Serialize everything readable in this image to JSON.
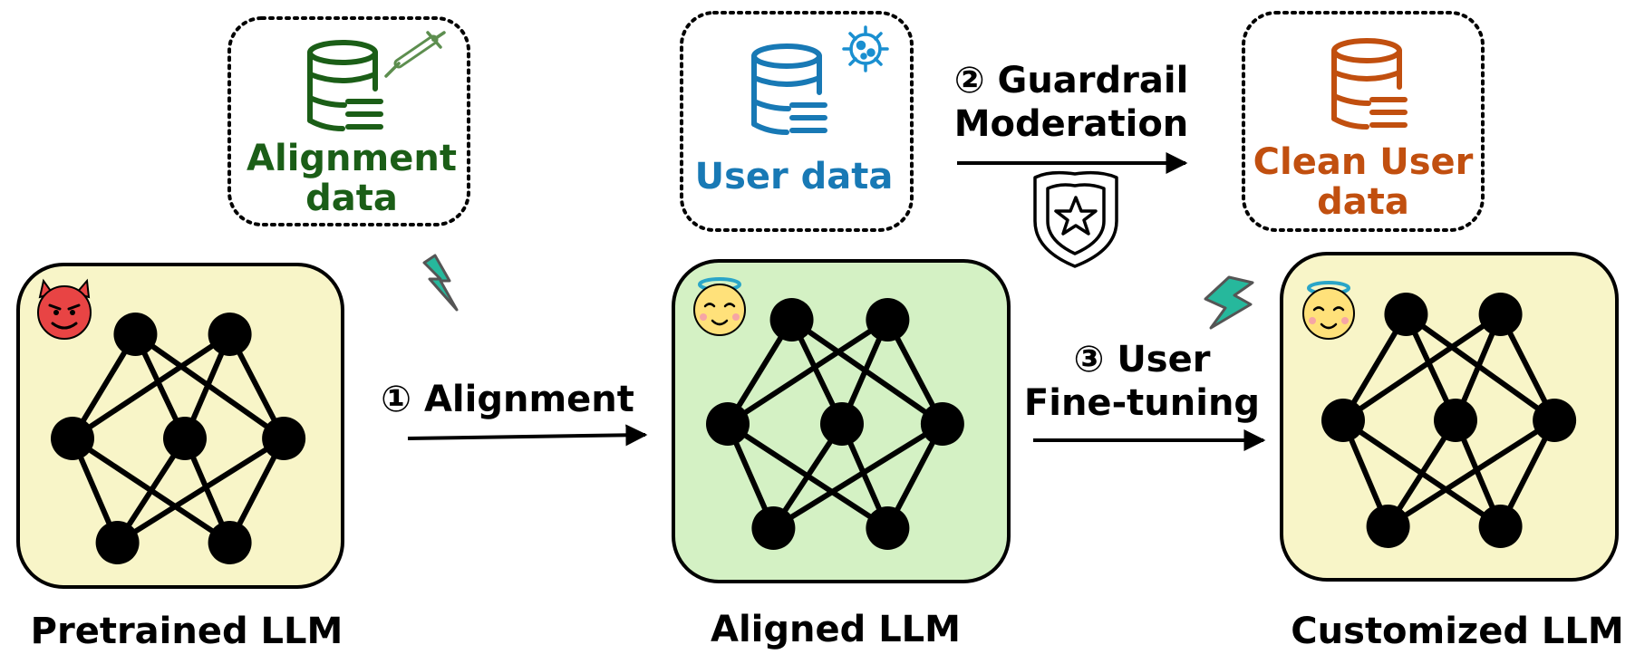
{
  "models": {
    "pretrained": {
      "label": "Pretrained LLM",
      "fill": "#f8f5c8",
      "face": "devil-face-icon"
    },
    "aligned": {
      "label": "Aligned LLM",
      "fill": "#d4f1c4",
      "face": "angel-face-icon"
    },
    "customized": {
      "label": "Customized LLM",
      "fill": "#f8f5c8",
      "face": "angel-face-icon"
    }
  },
  "data_boxes": {
    "alignment": {
      "line1": "Alignment",
      "line2": "data",
      "color": "#1b5e17",
      "icon": "syringe-icon"
    },
    "user": {
      "line1": "User data",
      "color": "#1879b5",
      "icon": "virus-icon"
    },
    "clean_user": {
      "line1": "Clean User",
      "line2": "data",
      "color": "#c14f0f"
    }
  },
  "steps": {
    "alignment": {
      "text": "① Alignment"
    },
    "guardrail": {
      "line1": "② Guardrail",
      "line2": "Moderation",
      "icon": "shield-star-icon"
    },
    "finetune": {
      "line1": "③ User",
      "line2": "Fine-tuning"
    }
  },
  "icons": {
    "bolt_1": "lightning-icon",
    "bolt_2": "lightning-icon"
  }
}
